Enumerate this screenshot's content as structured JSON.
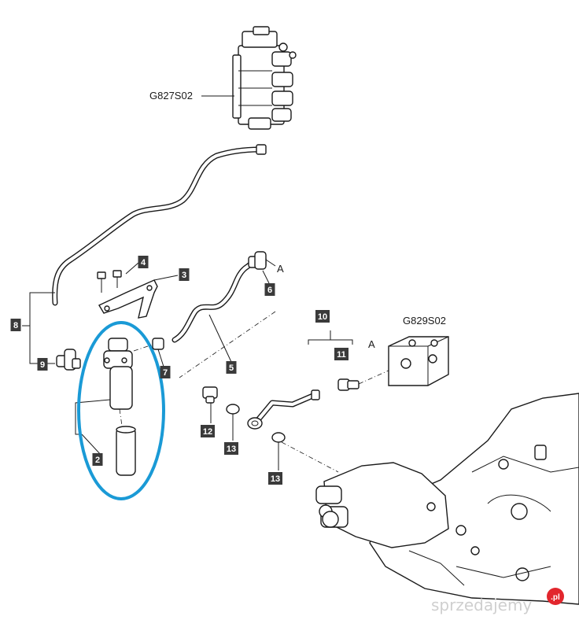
{
  "references": {
    "valve_top": "G827S02",
    "valve_right": "G829S02"
  },
  "callouts": [
    "2",
    "3",
    "4",
    "5",
    "6",
    "7",
    "8",
    "9",
    "10",
    "11",
    "12",
    "13",
    "13"
  ],
  "letters": {
    "connection_a_top": "A",
    "connection_a_right": "A"
  },
  "highlight_color": "#1a9ad6",
  "watermark": {
    "text": "sprzedajemy",
    "badge": ".pl",
    "badge_color": "#e2262d"
  }
}
